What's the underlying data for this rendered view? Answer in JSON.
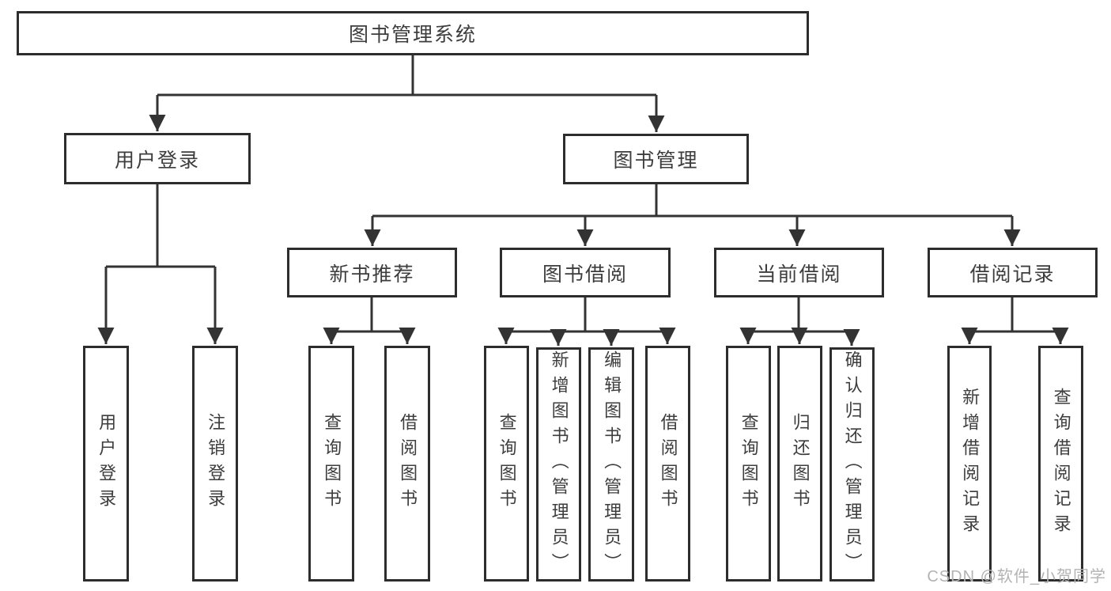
{
  "tree": {
    "label": "图书管理系统",
    "children": [
      {
        "label": "用户登录",
        "children": [
          {
            "label": "用户登录"
          },
          {
            "label": "注销登录"
          }
        ]
      },
      {
        "label": "图书管理",
        "children": [
          {
            "label": "新书推荐",
            "children": [
              {
                "label": "查询图书"
              },
              {
                "label": "借阅图书"
              }
            ]
          },
          {
            "label": "图书借阅",
            "children": [
              {
                "label": "查询图书"
              },
              {
                "label": "新增图书（管理员）"
              },
              {
                "label": "编辑图书（管理员）"
              },
              {
                "label": "借阅图书"
              }
            ]
          },
          {
            "label": "当前借阅",
            "children": [
              {
                "label": "查询图书"
              },
              {
                "label": "归还图书"
              },
              {
                "label": "确认归还（管理员）"
              }
            ]
          },
          {
            "label": "借阅记录",
            "children": [
              {
                "label": "新增借阅记录"
              },
              {
                "label": "查询借阅记录"
              }
            ]
          }
        ]
      }
    ]
  },
  "watermark": "CSDN @软件_小贺同学",
  "colors": {
    "line": "#333333",
    "border": "#2d2d2d",
    "text": "#3d3d3d",
    "watermark": "#b3b3b3"
  }
}
